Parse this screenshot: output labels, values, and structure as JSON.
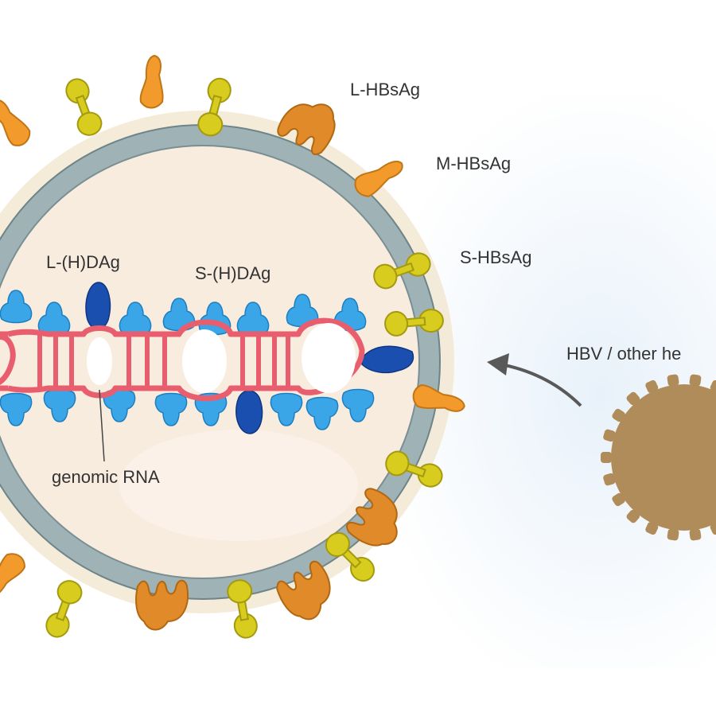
{
  "labels": {
    "l_hbsag": "L-HBsAg",
    "m_hbsag": "M-HBsAg",
    "s_hbsag": "S-HBsAg",
    "l_hdag": "L-(H)DAg",
    "s_hdag": "S-(H)DAg",
    "genomic_rna": "genomic RNA",
    "helper_virus": "HBV / other he"
  },
  "colors": {
    "background_glow": "#eef4fb",
    "envelope_ring": "#8fa3a8",
    "interior": "#f8ebdd",
    "l_hbsag": "#e0902e",
    "m_hbsag": "#f39a2c",
    "s_hbsag": "#d8cc1e",
    "s_hdag": "#2ea2e6",
    "l_hdag": "#1a4fb0",
    "rna": "#e85e6e",
    "helper_virus": "#b08c5a",
    "arrow": "#595959"
  }
}
